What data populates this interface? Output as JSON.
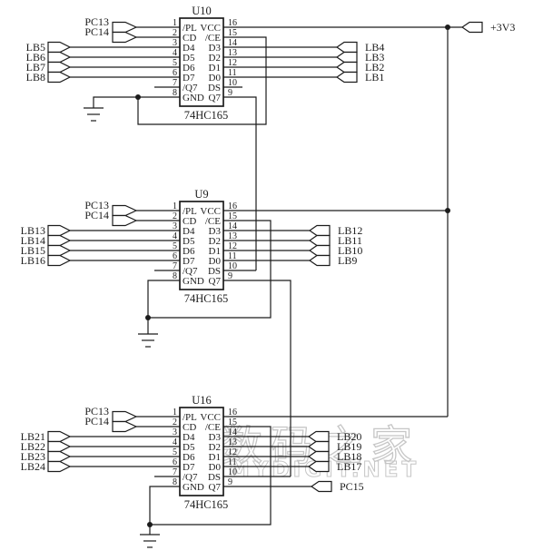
{
  "schematic": {
    "power_label": "+3V3",
    "watermark": {
      "cjk": "数码之家",
      "latin": "MYDIGIT.NET"
    },
    "colors": {
      "line": "#1c1c1c",
      "background": "#ffffff",
      "watermark": "#c6c6c6"
    },
    "ic_pins": {
      "numbers_left": [
        "1",
        "2",
        "3",
        "4",
        "5",
        "6",
        "7",
        "8"
      ],
      "numbers_right": [
        "16",
        "15",
        "14",
        "13",
        "12",
        "11",
        "10",
        "9"
      ],
      "names_left": [
        "/PL",
        "CD",
        "D4",
        "D5",
        "D6",
        "D7",
        "/Q7",
        "GND"
      ],
      "names_right": [
        "VCC",
        "/CE",
        "D3",
        "D2",
        "D1",
        "D0",
        "DS",
        "Q7"
      ]
    },
    "chips": [
      {
        "ref": "U10",
        "part": "74HC165",
        "ctrl_ports": [
          "PC13",
          "PC14"
        ],
        "left_ports": [
          "LB5",
          "LB6",
          "LB7",
          "LB8"
        ],
        "right_ports": [
          "LB4",
          "LB3",
          "LB2",
          "LB1"
        ],
        "q7_port": null
      },
      {
        "ref": "U9",
        "part": "74HC165",
        "ctrl_ports": [
          "PC13",
          "PC14"
        ],
        "left_ports": [
          "LB13",
          "LB14",
          "LB15",
          "LB16"
        ],
        "right_ports": [
          "LB12",
          "LB11",
          "LB10",
          "LB9"
        ],
        "q7_port": null
      },
      {
        "ref": "U16",
        "part": "74HC165",
        "ctrl_ports": [
          "PC13",
          "PC14"
        ],
        "left_ports": [
          "LB21",
          "LB22",
          "LB23",
          "LB24"
        ],
        "right_ports": [
          "LB20",
          "LB19",
          "LB18",
          "LB17"
        ],
        "q7_port": "PC15"
      }
    ]
  }
}
